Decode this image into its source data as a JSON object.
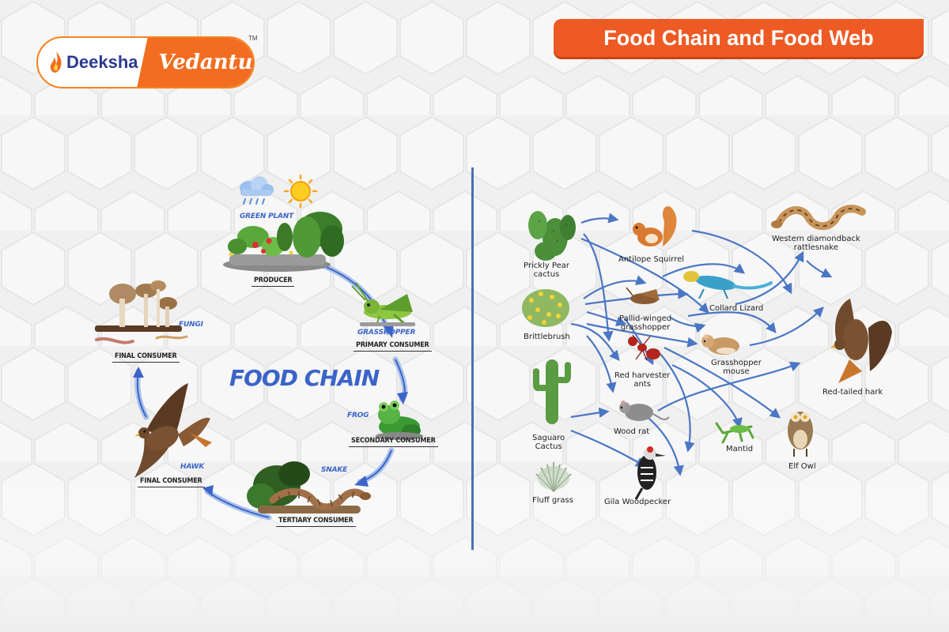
{
  "brand": {
    "name_left": "Deeksha",
    "name_right": "Vedantu",
    "trademark": "TM",
    "flame_color": "#f26d21",
    "accent_color": "#ee5a24"
  },
  "page_title": "Food Chain and Food Web",
  "food_chain": {
    "title": "FOOD CHAIN",
    "weather_icons": [
      "rain-cloud-icon",
      "sun-icon"
    ],
    "stages": [
      {
        "organism": "GREEN PLANT",
        "role": "PRODUCER"
      },
      {
        "organism": "GRASSHOPPER",
        "role": "PRIMARY CONSUMER"
      },
      {
        "organism": "FROG",
        "role": "SECONDARY CONSUMER"
      },
      {
        "organism": "SNAKE",
        "role": "TERTIARY CONSUMER"
      },
      {
        "organism": "HAWK",
        "role": "FINAL CONSUMER"
      },
      {
        "organism": "FUNGI",
        "role": "FINAL CONSUMER"
      }
    ]
  },
  "food_web": {
    "nodes": [
      {
        "id": "prickly_pear",
        "label": "Prickly Pear\ncactus"
      },
      {
        "id": "brittlebrush",
        "label": "Brittlebrush"
      },
      {
        "id": "saguaro",
        "label": "Saguaro\nCactus"
      },
      {
        "id": "fluff_grass",
        "label": "Fluff grass"
      },
      {
        "id": "antilope_squirrel",
        "label": "Antilope Squirrel"
      },
      {
        "id": "pallid_grasshopper",
        "label": "Pallid-winged\ngrasshopper"
      },
      {
        "id": "harvester_ants",
        "label": "Red harvester\nants"
      },
      {
        "id": "wood_rat",
        "label": "Wood rat"
      },
      {
        "id": "gila_woodpecker",
        "label": "Gila Woodpecker"
      },
      {
        "id": "collard_lizard",
        "label": "Collard Lizard"
      },
      {
        "id": "grasshopper_mouse",
        "label": "Grasshopper\nmouse"
      },
      {
        "id": "mantid",
        "label": "Mantid"
      },
      {
        "id": "rattlesnake",
        "label": "Western diamondback\nrattlesnake"
      },
      {
        "id": "red_tailed_hawk",
        "label": "Red-tailed hark"
      },
      {
        "id": "elf_owl",
        "label": "Elf Owl"
      }
    ],
    "arrow_color": "#4a76c4"
  }
}
